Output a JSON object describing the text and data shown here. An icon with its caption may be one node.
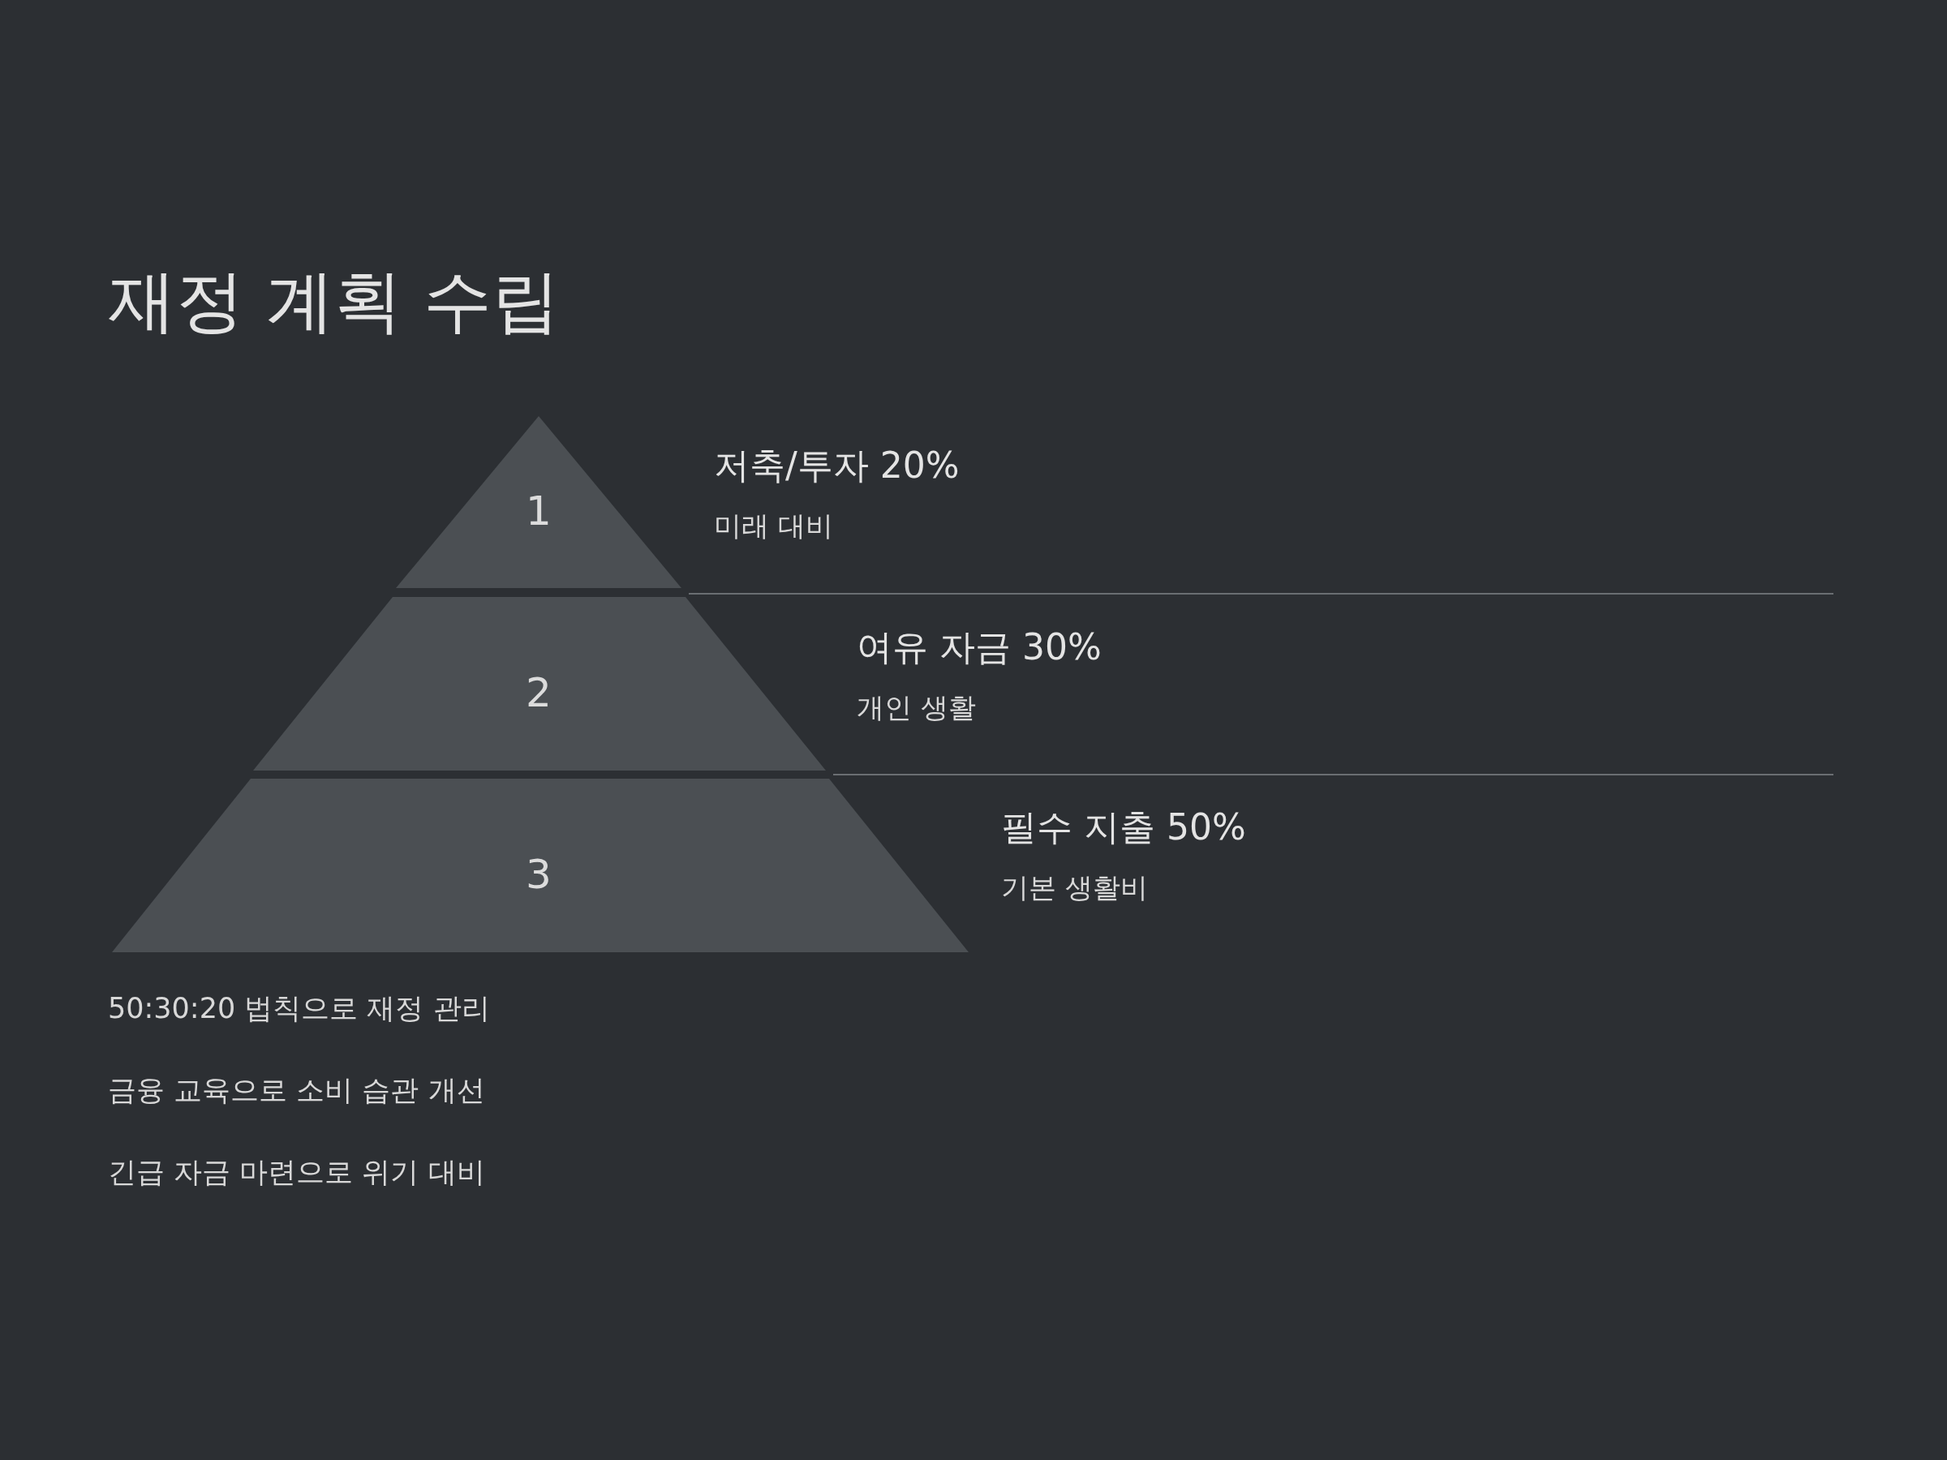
{
  "diagram": {
    "title": "재정 계획 수립",
    "nodes": [
      {
        "text": [
          "1"
        ],
        "beside": [
          "저축/투자 20%",
          "미래 대비"
        ]
      },
      {
        "text": [
          "2"
        ],
        "beside": [
          "여유 자금 30%",
          "개인 생활"
        ]
      },
      {
        "text": [
          "3"
        ],
        "beside": [
          "필수 지출 50%",
          "기본 생활비"
        ]
      }
    ],
    "labels": [
      "50:30:20 법칙으로 재정 관리",
      "금융 교육으로 소비 습관 개선",
      "긴급 자금 마련으로 위기 대비"
    ]
  }
}
